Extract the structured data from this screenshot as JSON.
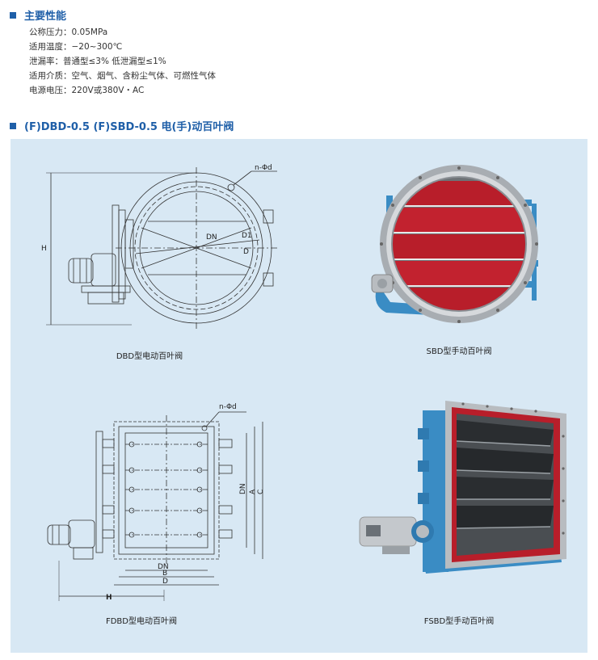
{
  "section1": {
    "title": "主要性能"
  },
  "specs": [
    "公称压力：0.05MPa",
    "适用温度：−20~300℃",
    "泄漏率：普通型≤3%   低泄漏型≤1%",
    "适用介质：空气、烟气、含粉尘气体、可燃性气体",
    "电源电压：220V或380V・AC"
  ],
  "section2": {
    "title": "(F)DBD-0.5 (F)SBD-0.5 电(手)动百叶阀"
  },
  "drawings": {
    "dbd": {
      "n_phi_d": "n-Φd",
      "dn": "DN",
      "d1": "D1",
      "d": "D",
      "h": "H"
    },
    "fdbd": {
      "n_phi_d": "n-Φd",
      "dn_h": "DN",
      "b": "B",
      "d": "D",
      "h": "H",
      "dn_v": "DN",
      "a": "A",
      "c": "C"
    }
  },
  "captions": {
    "dbd": "DBD型电动百叶阀",
    "sbd": "SBD型手动百叶阀",
    "fdbd": "FDBD型电动百叶阀",
    "fsbd": "FSBD型手动百叶阀"
  },
  "colors": {
    "accent": "#1f5fa8",
    "panel": "#d8e8f4",
    "valve_red": "#b81e2a",
    "frame_blue": "#3a8cc4"
  }
}
